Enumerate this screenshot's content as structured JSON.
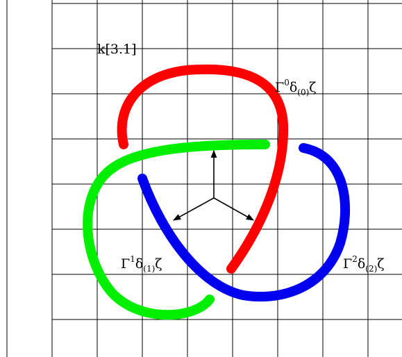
{
  "figure": {
    "knot_label": "k[3.1]",
    "grid": true,
    "strands": [
      {
        "name": "Γ⁰",
        "base": "Γ",
        "sup": "0",
        "op": "δ",
        "sub": "(0)",
        "tail": "ζ",
        "color": "#ff0000"
      },
      {
        "name": "Γ¹",
        "base": "Γ",
        "sup": "1",
        "op": "δ",
        "sub": "(1)",
        "tail": "ζ",
        "color": "#00ee00"
      },
      {
        "name": "Γ²",
        "base": "Γ",
        "sup": "2",
        "op": "δ",
        "sub": "(2)",
        "tail": "ζ",
        "color": "#0000ee"
      }
    ],
    "vectors": [
      "up-vector",
      "lower-left-vector",
      "lower-right-vector"
    ]
  }
}
